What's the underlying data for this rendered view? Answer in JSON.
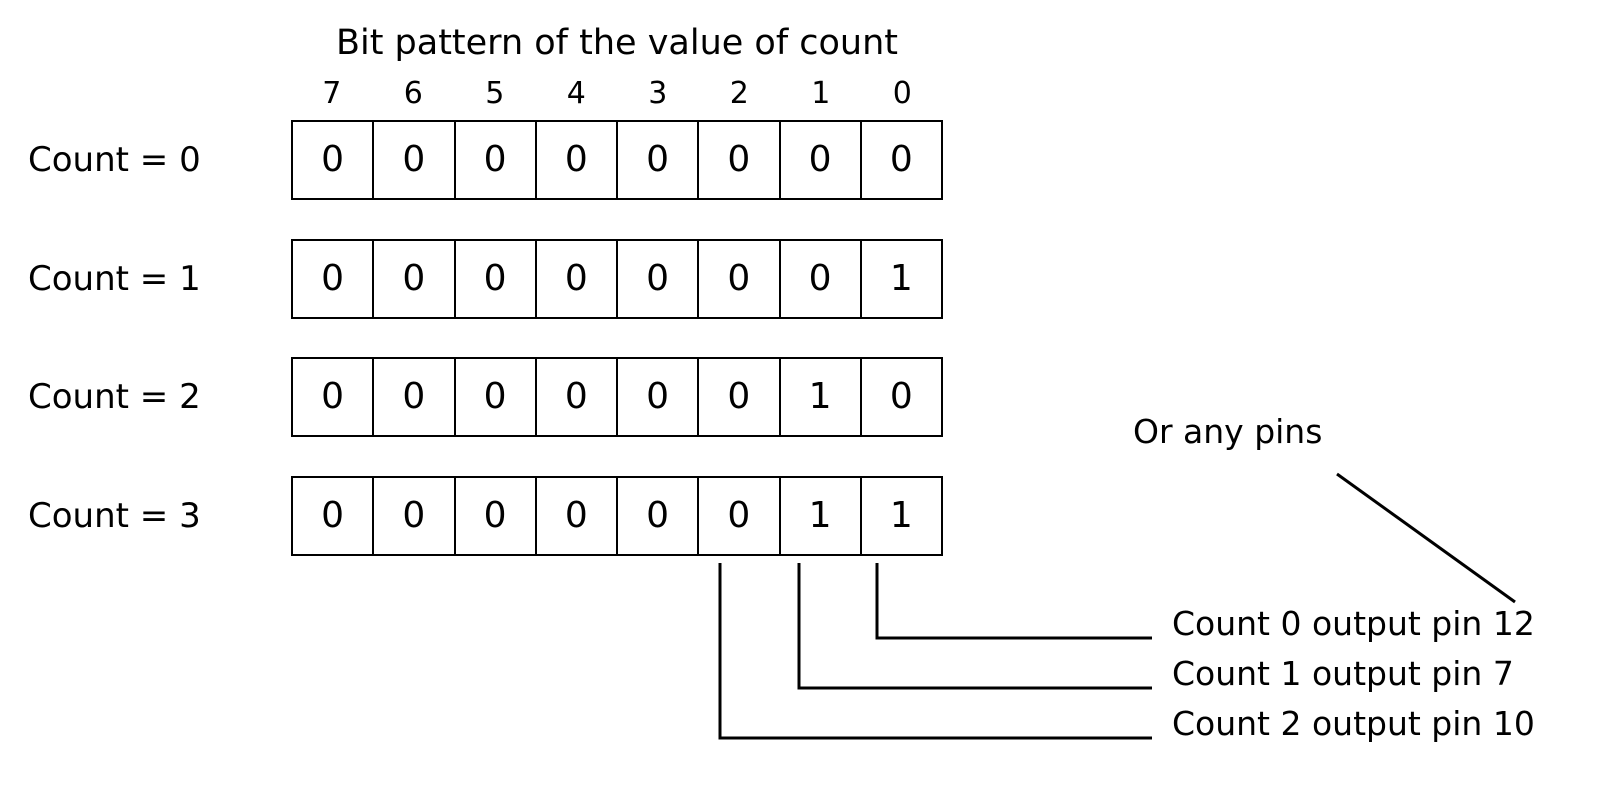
{
  "diagram": {
    "title": "Bit pattern of the value of count",
    "bit_indices": [
      "7",
      "6",
      "5",
      "4",
      "3",
      "2",
      "1",
      "0"
    ],
    "line_color": "#000000",
    "text_color": "#000000",
    "background_color": "#ffffff",
    "rows": [
      {
        "label": "Count = 0",
        "bits": [
          "0",
          "0",
          "0",
          "0",
          "0",
          "0",
          "0",
          "0"
        ]
      },
      {
        "label": "Count = 1",
        "bits": [
          "0",
          "0",
          "0",
          "0",
          "0",
          "0",
          "0",
          "1"
        ]
      },
      {
        "label": "Count = 2",
        "bits": [
          "0",
          "0",
          "0",
          "0",
          "0",
          "0",
          "1",
          "0"
        ]
      },
      {
        "label": "Count = 3",
        "bits": [
          "0",
          "0",
          "0",
          "0",
          "0",
          "0",
          "1",
          "1"
        ]
      }
    ],
    "annotations": {
      "or_any_pins": "Or any pins",
      "pin_labels": [
        "Count 0 output pin 12",
        "Count 1 output pin 7",
        "Count 2 output pin 10"
      ]
    }
  }
}
